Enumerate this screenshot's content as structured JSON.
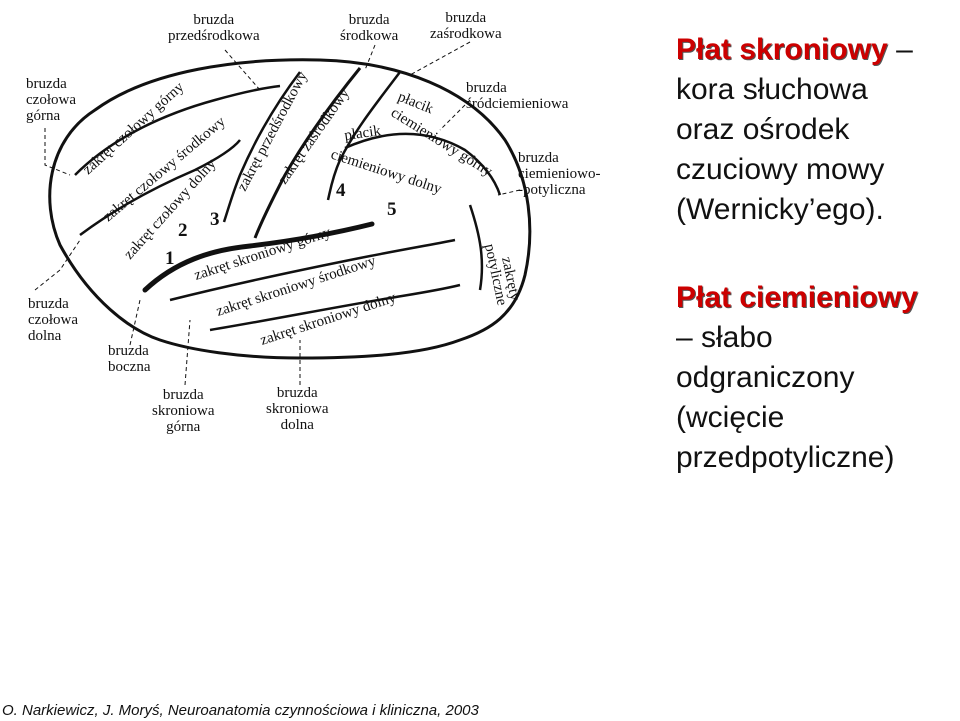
{
  "sulci": {
    "przedsrodkowa": [
      "bruzda",
      "przedśrodkowa"
    ],
    "srodkowa": [
      "bruzda",
      "środkowa"
    ],
    "zasrodkowa": [
      "bruzda",
      "zaśrodkowa"
    ],
    "czolowa_gorna": [
      "bruzda",
      "czołowa",
      "górna"
    ],
    "srodciemieniowa": [
      "bruzda",
      "śródciemieniowa"
    ],
    "ciemieniowo_potyliczna": [
      "bruzda",
      "ciemieniowo-",
      "-potyliczna"
    ],
    "czolowa_dolna": [
      "bruzda",
      "czołowa",
      "dolna"
    ],
    "boczna": [
      "bruzda",
      "boczna"
    ],
    "skroniowa_gorna": [
      "bruzda",
      "skroniowa",
      "górna"
    ],
    "skroniowa_dolna": [
      "bruzda",
      "skroniowa",
      "dolna"
    ]
  },
  "gyri": {
    "czolowy_gorny": "zakręt czołowy górny",
    "czolowy_srodkowy": "zakręt czołowy środkowy",
    "czolowy_dolny": "zakręt czołowy dolny",
    "przedsrodkowy": "zakręt przedśrodkowy",
    "zasrodkowy": "zakręt zaśrodkowy",
    "placik_gorny": [
      "płacik",
      "ciemieniowy górny"
    ],
    "placik_dolny": [
      "płacik",
      "ciemieniowy dolny"
    ],
    "skroniowy_gorny": "zakręt skroniowy górny",
    "skroniowy_srodkowy": "zakręt skroniowy środkowy",
    "skroniowy_dolny": "zakręt skroniowy dolny",
    "potyliczne": [
      "zakręty",
      "potyliczne"
    ]
  },
  "numbers": [
    "1",
    "2",
    "3",
    "4",
    "5"
  ],
  "text_blocks": [
    {
      "highlight": "Płat skroniowy",
      "dash": " –",
      "lines": [
        "kora słuchowa",
        "oraz ośrodek",
        "czuciowy mowy",
        "(Wernicky’ego)."
      ]
    },
    {
      "highlight": "Płat ciemieniowy",
      "dash": "",
      "lines": [
        "– słabo",
        "odgraniczony",
        "(wcięcie",
        "przedpotyliczne)"
      ]
    }
  ],
  "highlight_color": "#cc0000",
  "footer": "O. Narkiewicz, J. Moryś, Neuroanatomia czynnościowa i kliniczna, 2003"
}
